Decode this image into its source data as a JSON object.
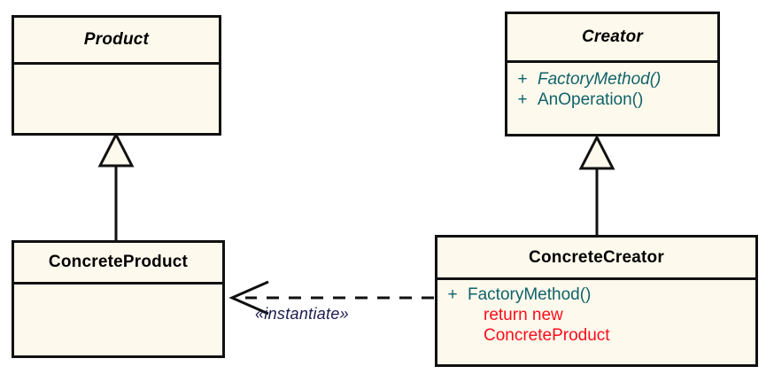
{
  "diagram": {
    "kind": "uml-class-diagram",
    "pattern_name": "Factory Method",
    "colors": {
      "class_fill": "#fdf9ec",
      "class_border": "#111111",
      "member_text": "#11626b",
      "code_text": "#fc0d1b",
      "stereotype_text": "#1b1b4f",
      "canvas": "#ffffff"
    }
  },
  "classes": {
    "product": {
      "name": "Product",
      "abstract": true,
      "members": []
    },
    "creator": {
      "name": "Creator",
      "abstract": true,
      "members": [
        {
          "visibility": "+",
          "name": "FactoryMethod()",
          "abstract": true
        },
        {
          "visibility": "+",
          "name": "AnOperation()",
          "abstract": false
        }
      ]
    },
    "concrete_product": {
      "name": "ConcreteProduct",
      "abstract": false,
      "members": []
    },
    "concrete_creator": {
      "name": "ConcreteCreator",
      "abstract": false,
      "members": [
        {
          "visibility": "+",
          "name": "FactoryMethod()",
          "abstract": false
        }
      ],
      "code_lines": [
        "return new",
        "ConcreteProduct"
      ]
    }
  },
  "relationships": {
    "product_generalization": {
      "type": "generalization",
      "from": "ConcreteProduct",
      "to": "Product",
      "label": ""
    },
    "creator_generalization": {
      "type": "generalization",
      "from": "ConcreteCreator",
      "to": "Creator",
      "label": ""
    },
    "instantiate_dependency": {
      "type": "dependency",
      "from": "ConcreteCreator",
      "to": "ConcreteProduct",
      "label": "«instantiate»",
      "style": "dashed"
    }
  }
}
